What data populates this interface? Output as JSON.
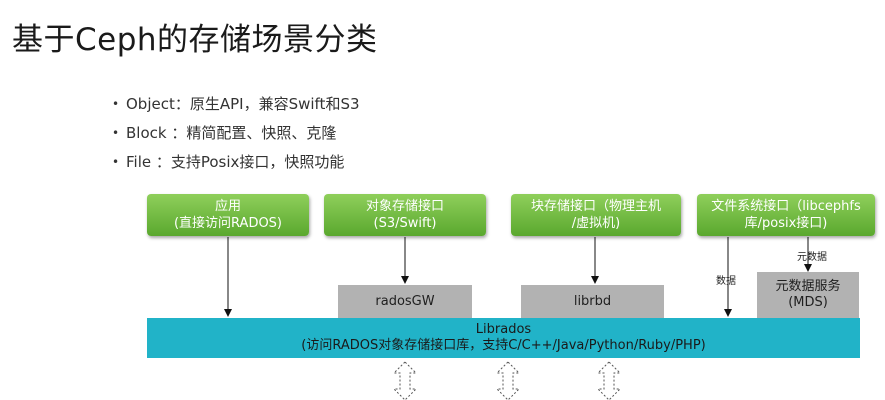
{
  "title": "基于Ceph的存储场景分类",
  "bullets": [
    {
      "marker": "•",
      "text": "Object：原生API，兼容Swift和S3"
    },
    {
      "marker": "•",
      "text": "Block  ：精简配置、快照、克隆"
    },
    {
      "marker": "•",
      "text": "File     ：支持Posix接口，快照功能"
    }
  ],
  "diagram": {
    "interfaces": [
      {
        "line1": "应用",
        "line2": "(直接访问RADOS)"
      },
      {
        "line1": "对象存储接口",
        "line2": "(S3/Swift)"
      },
      {
        "line1": "块存储接口（物理主机",
        "line2": "/虚拟机)"
      },
      {
        "line1": "文件系统接口（libcephfs",
        "line2": "库/posix接口)"
      }
    ],
    "components": [
      {
        "line1": "radosGW",
        "line2": ""
      },
      {
        "line1": "librbd",
        "line2": ""
      },
      {
        "line1": "元数据服务",
        "line2": "(MDS)"
      }
    ],
    "librados": {
      "line1": "Librados",
      "line2": "(访问RADOS对象存储接口库，支持C/C++/Java/Python/Ruby/PHP)"
    },
    "edge_labels": {
      "metadata": "元数据",
      "data": "数据"
    }
  },
  "colors": {
    "green": "#6dbb3d",
    "gray": "#b2b2b2",
    "teal": "#21b3c8"
  }
}
